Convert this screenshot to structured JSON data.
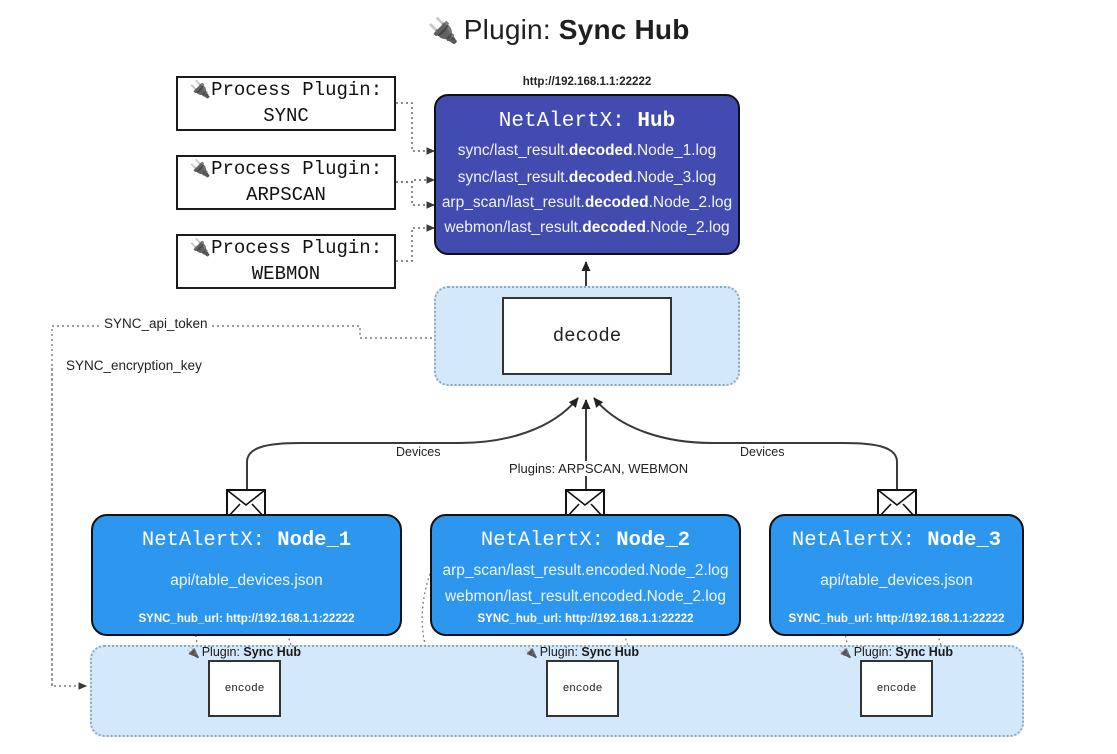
{
  "title": {
    "icon": "plug-icon",
    "prefix": "Plugin:",
    "name": "Sync Hub"
  },
  "process_plugins": [
    {
      "icon": "plug-icon",
      "line1": "Process Plugin:",
      "line2": "SYNC"
    },
    {
      "icon": "plug-icon",
      "line1": "Process Plugin:",
      "line2": "ARPSCAN"
    },
    {
      "icon": "plug-icon",
      "line1": "Process Plugin:",
      "line2": "WEBMON"
    }
  ],
  "hub": {
    "url": "http://192.168.1.1:22222",
    "title_prefix": "NetAlertX:",
    "title_name": "Hub",
    "logs": [
      {
        "pre": "sync/last_result.",
        "em": "decoded",
        "post": ".Node_1.log"
      },
      {
        "pre": "sync/last_result.",
        "em": "decoded",
        "post": ".Node_3.log"
      },
      {
        "pre": "arp_scan/last_result.",
        "em": "decoded",
        "post": ".Node_2.log"
      },
      {
        "pre": "webmon/last_result.",
        "em": "decoded",
        "post": ".Node_2.log"
      }
    ]
  },
  "decode": {
    "label": "decode"
  },
  "secrets": [
    {
      "label": "SYNC_api_token"
    },
    {
      "label": "SYNC_encryption_key"
    }
  ],
  "edge_labels": {
    "devices_left": "Devices",
    "devices_right": "Devices",
    "plugins_center": "Plugins: ARPSCAN, WEBMON"
  },
  "nodes": [
    {
      "icon": "envelope-icon",
      "title_prefix": "NetAlertX:",
      "title_name": "Node_1",
      "lines": [
        "api/table_devices.json"
      ],
      "footer": "SYNC_hub_url: http://192.168.1.1:22222"
    },
    {
      "icon": "envelope-icon",
      "title_prefix": "NetAlertX:",
      "title_name": "Node_2",
      "lines": [
        "arp_scan/last_result.encoded.Node_2.log",
        "webmon/last_result.encoded.Node_2.log"
      ],
      "footer": "SYNC_hub_url: http://192.168.1.1:22222"
    },
    {
      "icon": "envelope-icon",
      "title_prefix": "NetAlertX:",
      "title_name": "Node_3",
      "lines": [
        "api/table_devices.json"
      ],
      "footer": "SYNC_hub_url: http://192.168.1.1:22222"
    }
  ],
  "encoders": [
    {
      "icon": "plug-icon",
      "label_prefix": "Plugin:",
      "label_name": "Sync Hub",
      "box": "encode"
    },
    {
      "icon": "plug-icon",
      "label_prefix": "Plugin:",
      "label_name": "Sync Hub",
      "box": "encode"
    },
    {
      "icon": "plug-icon",
      "label_prefix": "Plugin:",
      "label_name": "Sync Hub",
      "box": "encode"
    }
  ],
  "colors": {
    "hub_fill": "#414bb0",
    "node_fill": "#2d96ef",
    "container_fill": "#d3e8fa",
    "stroke": "#111111",
    "dotted": "#8fa8bd",
    "background": "#ffffff"
  }
}
